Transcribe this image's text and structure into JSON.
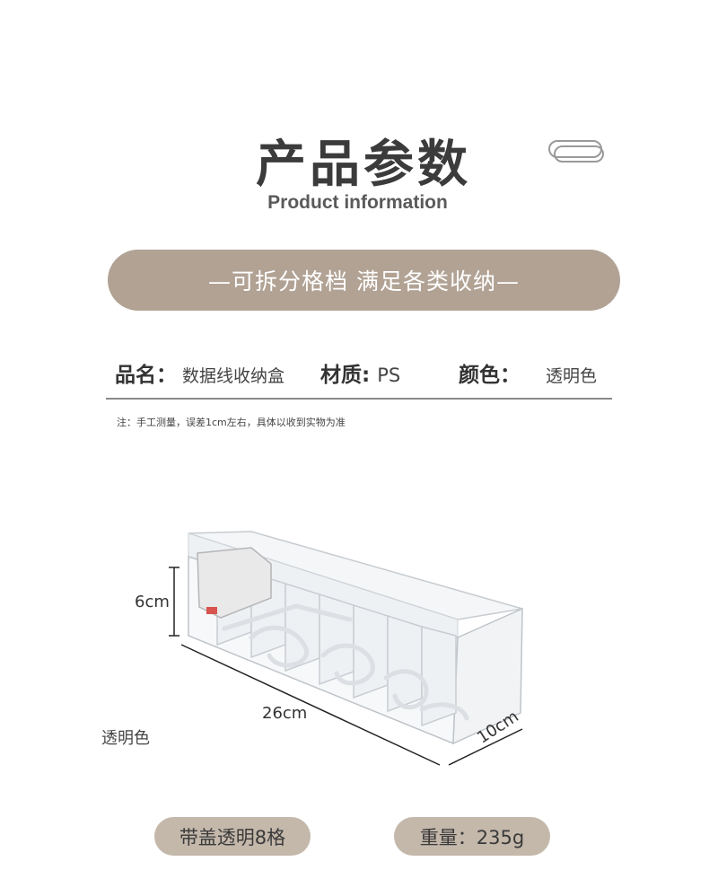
{
  "header": {
    "title_cn": "产品参数",
    "title_en": "Product information"
  },
  "banner": {
    "text": "—可拆分格档  满足各类收纳—"
  },
  "specs": {
    "name_label": "品名：",
    "name_value": "数据线收纳盒",
    "material_label": "材质:",
    "material_value": "PS",
    "color_label": "颜色：",
    "color_value": "透明色"
  },
  "note": "注：手工测量，误差1cm左右，具体以收到实物为准",
  "product": {
    "height_label": "6cm",
    "length_label": "26cm",
    "width_label": "10cm",
    "color_caption": "透明色"
  },
  "pills": {
    "variant": "带盖透明8格",
    "weight": "重量：235g"
  },
  "colors": {
    "banner": "#b1a294",
    "pill": "#c4b8ab"
  },
  "icons": [
    "paperclip-icon"
  ]
}
